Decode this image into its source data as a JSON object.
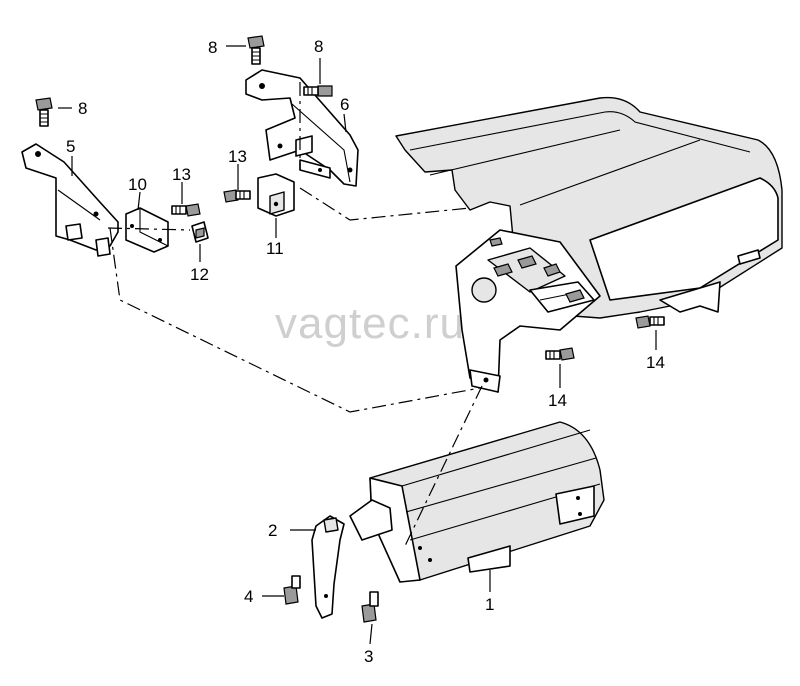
{
  "watermark": "vagtec.ru",
  "callouts": [
    {
      "id": "c8a",
      "text": "8"
    },
    {
      "id": "c8b",
      "text": "8"
    },
    {
      "id": "c8c",
      "text": "8"
    },
    {
      "id": "c6",
      "text": "6"
    },
    {
      "id": "c5",
      "text": "5"
    },
    {
      "id": "c13a",
      "text": "13"
    },
    {
      "id": "c13b",
      "text": "13"
    },
    {
      "id": "c10",
      "text": "10"
    },
    {
      "id": "c11",
      "text": "11"
    },
    {
      "id": "c12",
      "text": "12"
    },
    {
      "id": "c14a",
      "text": "14"
    },
    {
      "id": "c14b",
      "text": "14"
    },
    {
      "id": "c2",
      "text": "2"
    },
    {
      "id": "c4",
      "text": "4"
    },
    {
      "id": "c1",
      "text": "1"
    },
    {
      "id": "c3",
      "text": "3"
    }
  ]
}
